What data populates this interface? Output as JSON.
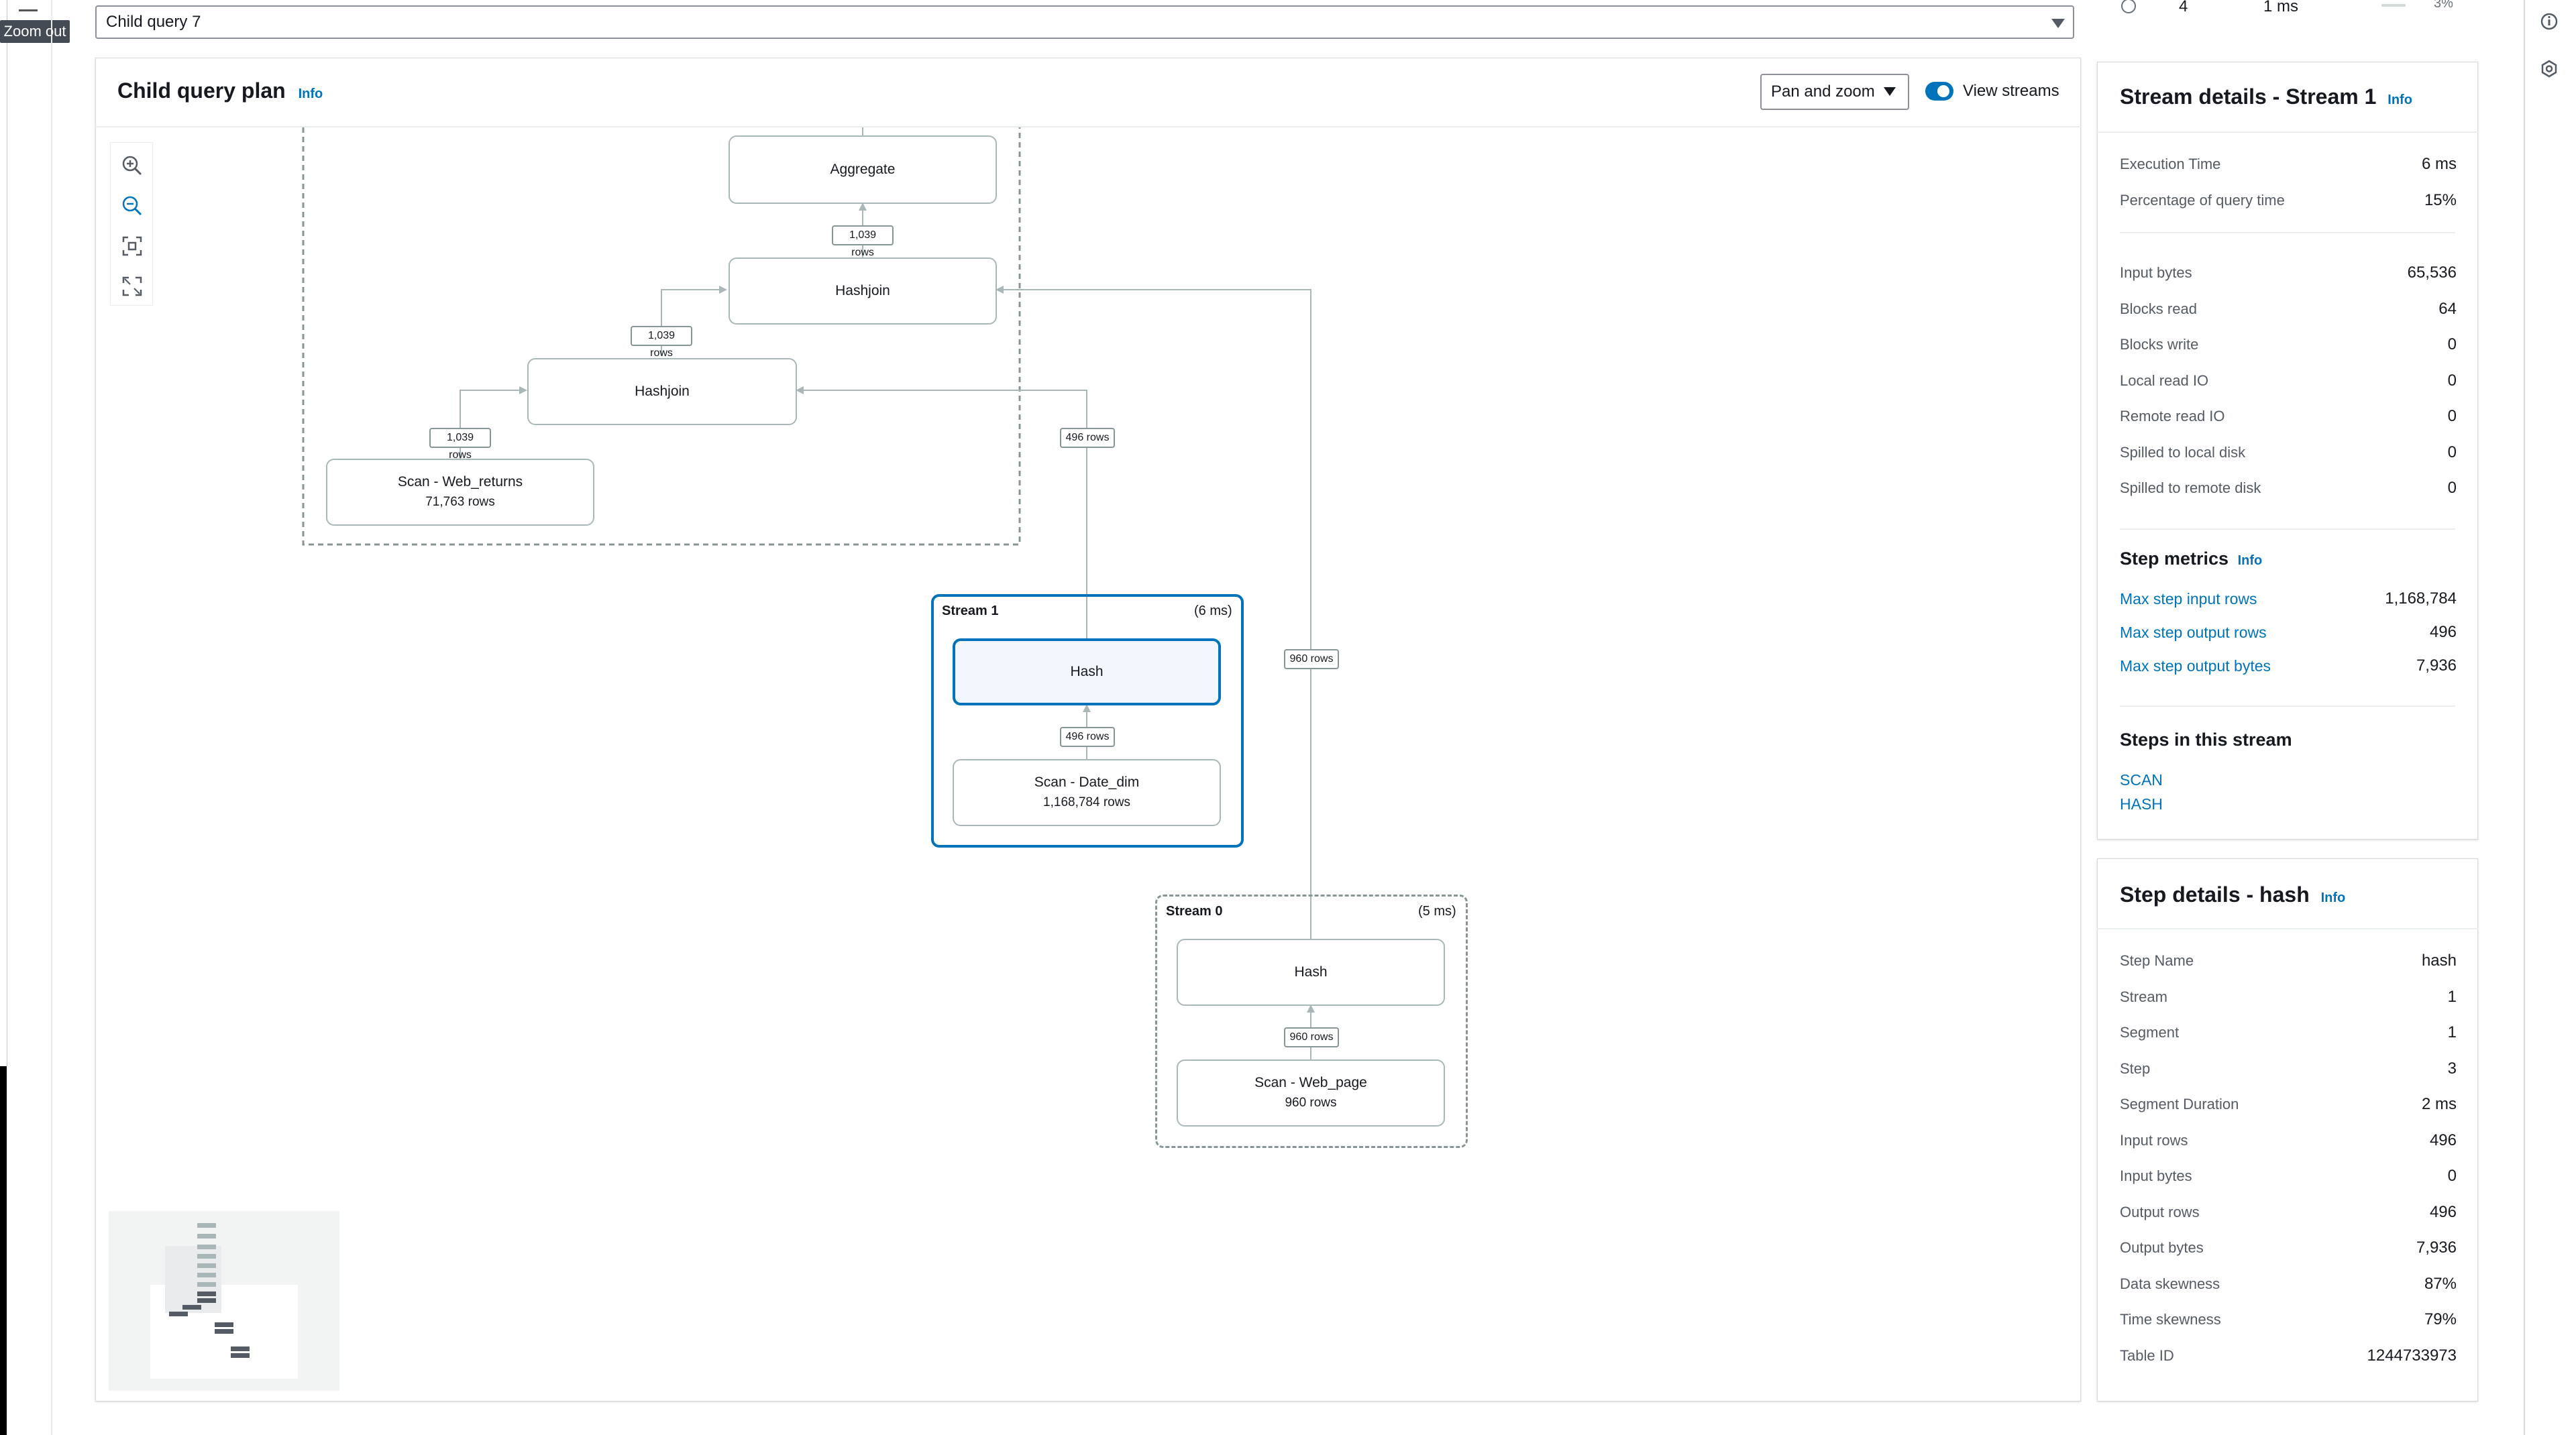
{
  "tooltip": "Zoom out",
  "query_select": {
    "value": "Child query 7"
  },
  "plan": {
    "title": "Child query plan",
    "info": "Info",
    "mode_select": "Pan and zoom",
    "view_streams_label": "View streams"
  },
  "nodes": {
    "aggregate": "Aggregate",
    "hashjoin_top": "Hashjoin",
    "hashjoin_mid": "Hashjoin",
    "scan_web_returns": "Scan - Web_returns",
    "scan_web_returns_rows": "71,763 rows",
    "hash_s1": "Hash",
    "scan_date_dim": "Scan - Date_dim",
    "scan_date_dim_rows": "1,168,784 rows",
    "hash_s0": "Hash",
    "scan_web_page": "Scan - Web_page",
    "scan_web_page_rows": "960 rows"
  },
  "edges": {
    "agg_in": "1,039 rows",
    "hj_top_in": "1,039 rows",
    "hj_mid_in": "1,039 rows",
    "stream1_out": "496 rows",
    "stream0_out": "960 rows",
    "date_dim_out": "496 rows",
    "web_page_out": "960 rows"
  },
  "streams": {
    "stream1": {
      "title": "Stream 1",
      "time": "(6 ms)"
    },
    "stream0": {
      "title": "Stream 0",
      "time": "(5 ms)"
    }
  },
  "top_row": {
    "num": "4",
    "time": "1 ms",
    "pct": "3%"
  },
  "stream_details": {
    "title": "Stream details - Stream 1",
    "info": "Info",
    "rows": [
      {
        "label": "Execution Time",
        "value": "6 ms"
      },
      {
        "label": "Percentage of query time",
        "value": "15%"
      }
    ],
    "io_rows": [
      {
        "label": "Input bytes",
        "value": "65,536"
      },
      {
        "label": "Blocks read",
        "value": "64"
      },
      {
        "label": "Blocks write",
        "value": "0"
      },
      {
        "label": "Local read IO",
        "value": "0"
      },
      {
        "label": "Remote read IO",
        "value": "0"
      },
      {
        "label": "Spilled to local disk",
        "value": "0"
      },
      {
        "label": "Spilled to remote disk",
        "value": "0"
      }
    ],
    "step_metrics_title": "Step metrics",
    "step_metrics_info": "Info",
    "step_metrics": [
      {
        "label": "Max step input rows",
        "value": "1,168,784"
      },
      {
        "label": "Max step output rows",
        "value": "496"
      },
      {
        "label": "Max step output bytes",
        "value": "7,936"
      }
    ],
    "steps_title": "Steps in this stream",
    "steps": [
      "SCAN",
      "HASH"
    ]
  },
  "step_details": {
    "title": "Step details - hash",
    "info": "Info",
    "rows": [
      {
        "label": "Step Name",
        "value": "hash"
      },
      {
        "label": "Stream",
        "value": "1"
      },
      {
        "label": "Segment",
        "value": "1"
      },
      {
        "label": "Step",
        "value": "3"
      },
      {
        "label": "Segment Duration",
        "value": "2 ms"
      },
      {
        "label": "Input rows",
        "value": "496"
      },
      {
        "label": "Input bytes",
        "value": "0"
      },
      {
        "label": "Output rows",
        "value": "496"
      },
      {
        "label": "Output bytes",
        "value": "7,936"
      },
      {
        "label": "Data skewness",
        "value": "87%"
      },
      {
        "label": "Time skewness",
        "value": "79%"
      },
      {
        "label": "Table ID",
        "value": "1244733973"
      }
    ]
  }
}
